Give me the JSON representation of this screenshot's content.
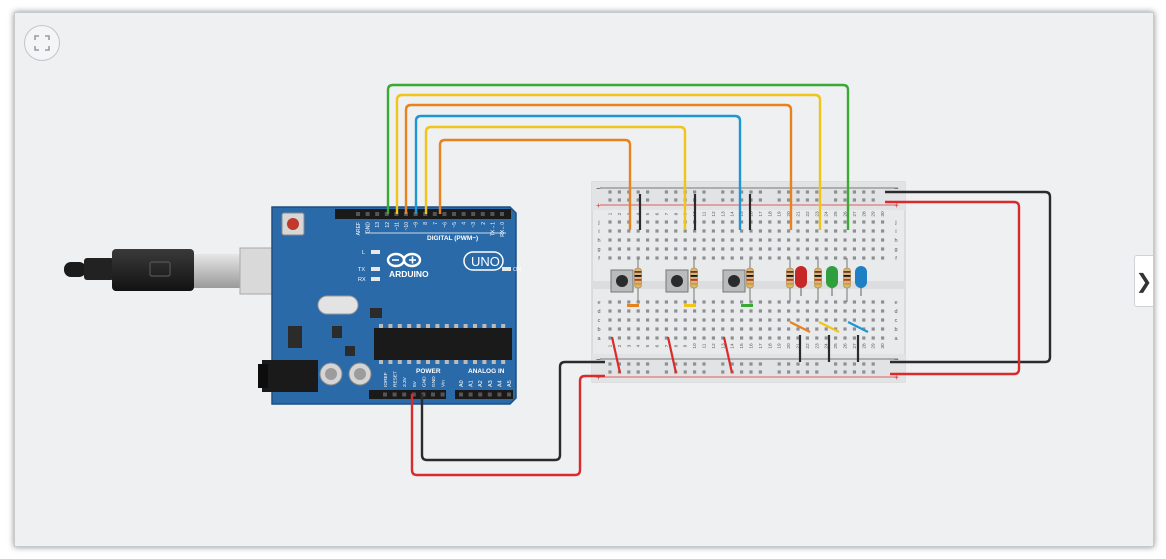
{
  "board": {
    "brand": "ARDUINO",
    "model": "UNO",
    "digital_label": "DIGITAL (PWM~)",
    "power_label": "POWER",
    "analog_label": "ANALOG IN",
    "on_label": "ON",
    "l_label": "L",
    "tx_label": "TX",
    "rx_label": "RX",
    "digital_pins": [
      "AREF",
      "GND",
      "13",
      "12",
      "~11",
      "~10",
      "~9",
      "8",
      "7",
      "~6",
      "~5",
      "4",
      "~3",
      "2",
      "TX→1",
      "RX←0"
    ],
    "power_pins": [
      "IOREF",
      "RESET",
      "3.3V",
      "5V",
      "GND",
      "GND",
      "Vin"
    ],
    "analog_pins": [
      "A0",
      "A1",
      "A2",
      "A3",
      "A4",
      "A5"
    ]
  },
  "breadboard": {
    "row_letters_top": [
      "j",
      "i",
      "h",
      "g",
      "f"
    ],
    "row_letters_bottom": [
      "e",
      "d",
      "c",
      "b",
      "a"
    ],
    "column_numbers": [
      "1",
      "2",
      "3",
      "4",
      "5",
      "6",
      "7",
      "8",
      "9",
      "10",
      "11",
      "12",
      "13",
      "14",
      "15",
      "16",
      "17",
      "18",
      "19",
      "20",
      "21",
      "22",
      "23",
      "24",
      "25",
      "26",
      "27",
      "28",
      "29",
      "30"
    ],
    "rail_minus": "−",
    "rail_plus": "+"
  },
  "controls": {
    "fit_icon": "fit-to-view-icon",
    "panel_toggle_icon": "chevron-right-icon",
    "panel_toggle_glyph": "❯"
  },
  "colors": {
    "canvas": "#eef0f2",
    "board": "#2a6aa9",
    "breadboard": "#e9eaeb",
    "wire_green": "#3aaa35",
    "wire_yellow": "#f0c419",
    "wire_orange": "#e8821e",
    "wire_blue": "#1e96d4",
    "wire_red": "#d92b2b",
    "wire_black": "#2b2b2b",
    "led_red": "#c62828",
    "led_green": "#2e9e3e",
    "led_blue": "#1f7fc4"
  }
}
